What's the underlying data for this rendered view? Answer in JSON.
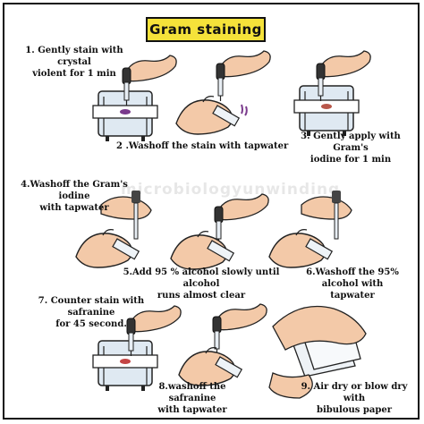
{
  "title": "Gram staining",
  "watermark": "microbiologyunwinding",
  "steps": [
    {
      "line1": "1. Gently stain with crystal",
      "line2": "violent for 1 min"
    },
    {
      "line1": "2 .Washoff the stain with tapwater"
    },
    {
      "line1": "3. Gently apply with Gram's",
      "line2": "iodine for 1 min"
    },
    {
      "line1": "4.Washoff the Gram's iodine",
      "line2": "with tapwater"
    },
    {
      "line1": "5.Add 95 % alcohol slowly until alcohol",
      "line2": "runs almost clear"
    },
    {
      "line1": "6.Washoff the 95% alcohol with",
      "line2": "tapwater"
    },
    {
      "line1": "7. Counter stain with safranine",
      "line2": "for 45 second."
    },
    {
      "line1": "8.washoff the safranine",
      "line2": "with tapwater"
    },
    {
      "line1": "9. Air dry or blow dry with",
      "line2": "bibulous paper"
    }
  ],
  "colors": {
    "title_bg": "#f5e23a",
    "crystal_violet": "#7a3a8c",
    "iodine": "#b8574a",
    "safranine": "#c44545",
    "water": "#8fb8d8",
    "skin": "#f3c9a8"
  },
  "icons": [
    "staining-rack-icon",
    "hand-with-dropper-icon",
    "hand-holding-slide-icon",
    "blotting-paper-icon"
  ]
}
